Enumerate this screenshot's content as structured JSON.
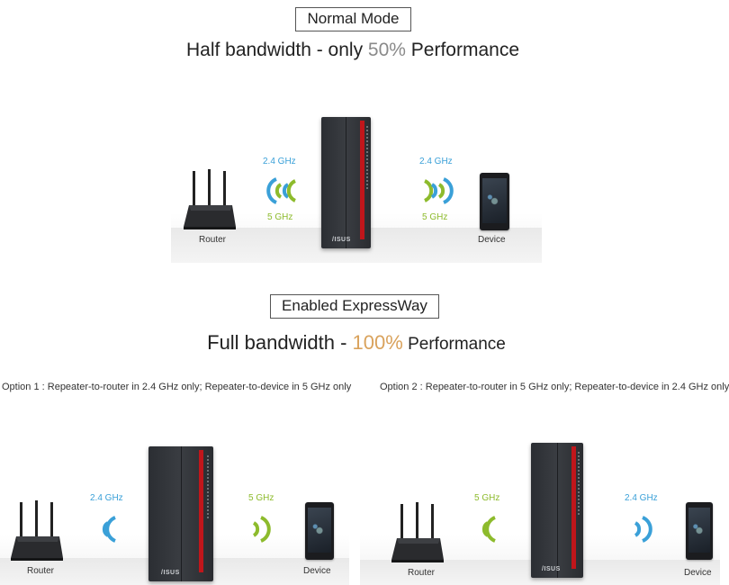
{
  "normal": {
    "mode_label": "Normal Mode",
    "headline_prefix": "Half bandwidth - only ",
    "headline_pct": "50%",
    "headline_suffix": " Performance",
    "freq_left_top": "2.4 GHz",
    "freq_left_bottom": "5 GHz",
    "freq_right_top": "2.4 GHz",
    "freq_right_bottom": "5 GHz",
    "router_label": "Router",
    "device_label": "Device",
    "repeater_logo": "/ISUS"
  },
  "express": {
    "mode_label": "Enabled ExpressWay",
    "headline_prefix": "Full bandwidth - ",
    "headline_pct": "100%",
    "headline_suffix": " Performance",
    "option1": {
      "text": "Option 1 : Repeater-to-router in 2.4 GHz only; Repeater-to-device in 5 GHz only",
      "freq_left": "2.4 GHz",
      "freq_right": "5 GHz",
      "router_label": "Router",
      "device_label": "Device",
      "repeater_logo": "/ISUS"
    },
    "option2": {
      "text": "Option 2 : Repeater-to-router in 5 GHz only; Repeater-to-device in 2.4 GHz only",
      "freq_left": "5 GHz",
      "freq_right": "2.4 GHz",
      "router_label": "Router",
      "device_label": "Device",
      "repeater_logo": "/ISUS"
    }
  },
  "colors": {
    "blue": "#3aa0d8",
    "green": "#8dbb2c",
    "stripe_red": "#c0161b",
    "pct_grey": "#8a8a8a",
    "pct_gold": "#d9a25c"
  },
  "icons": [
    "router-icon",
    "repeater-icon",
    "smartphone-icon",
    "wifi-wave-icon"
  ]
}
